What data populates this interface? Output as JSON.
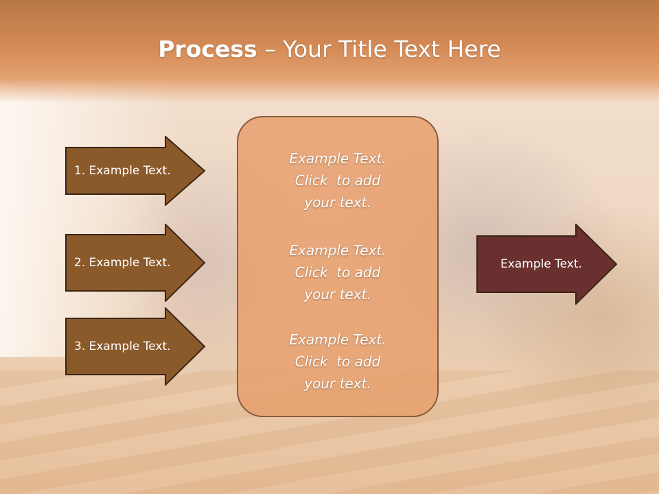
{
  "title": {
    "bold": "Process",
    "rest": " – Your Title Text Here"
  },
  "left_arrows": [
    {
      "label": "1. Example Text."
    },
    {
      "label": "2. Example Text."
    },
    {
      "label": "3. Example Text."
    }
  ],
  "center_box": {
    "blocks": [
      {
        "lines": [
          "Example Text.",
          "Click  to add",
          "your text."
        ]
      },
      {
        "lines": [
          "Example Text.",
          "Click  to add",
          "your text."
        ]
      },
      {
        "lines": [
          "Example Text.",
          "Click  to add",
          "your text."
        ]
      }
    ]
  },
  "right_arrow": {
    "label": "Example Text."
  },
  "colors": {
    "left_arrow_fill": "#8b5a2b",
    "right_arrow_fill": "#6a2f2f",
    "arrow_stroke": "#3b2414",
    "center_box_fill": "#e8a06e",
    "header_band": "#d48a55"
  }
}
